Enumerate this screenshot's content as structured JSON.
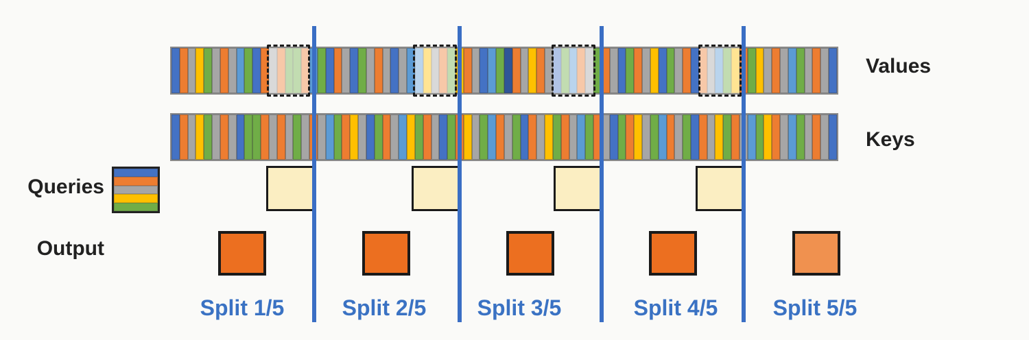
{
  "labels": {
    "values": "Values",
    "keys": "Keys",
    "queries": "Queries",
    "output": "Output"
  },
  "palette": {
    "blue": "#4472c4",
    "lightblue": "#5b9bd5",
    "darkblue": "#2f5597",
    "orange": "#ed7d31",
    "gray": "#a6a6a6",
    "gold": "#ffc000",
    "green": "#70ad47"
  },
  "colors": {
    "divider_line": "#3a6ec4",
    "split_label_text": "#3a72c3",
    "side_label_text": "#212121",
    "query_block_fill": "#fbeec2",
    "query_block_border": "#1a1a1a",
    "output_fill": "#ec6f20",
    "output_fill_light": "#f0914f",
    "output_border": "#1a1a1a",
    "bar_outline": "#8a8a8a",
    "highlight_border": "#1b1b1b",
    "background": "#fafaf8"
  },
  "values_bar": {
    "stripes": [
      "blue",
      "orange",
      "gray",
      "gold",
      "green",
      "gray",
      "orange",
      "gray",
      "lightblue",
      "green",
      "blue",
      "orange",
      "gray",
      "orange",
      "green",
      "green",
      "orange",
      "lightblue",
      "green",
      "blue",
      "orange",
      "gray",
      "blue",
      "green",
      "gray",
      "orange",
      "gray",
      "blue",
      "gray",
      "lightblue",
      "lightblue",
      "gold",
      "gray",
      "orange",
      "green",
      "gold",
      "orange",
      "gray",
      "blue",
      "lightblue",
      "green",
      "darkblue",
      "orange",
      "gray",
      "gold",
      "orange",
      "gray",
      "blue",
      "green",
      "lightblue",
      "orange",
      "gray",
      "green",
      "orange",
      "gray",
      "blue",
      "green",
      "orange",
      "gray",
      "gold",
      "blue",
      "green",
      "gray",
      "orange",
      "blue",
      "orange",
      "gray",
      "lightblue",
      "green",
      "gold",
      "orange",
      "green",
      "gold",
      "gray",
      "orange",
      "gray",
      "lightblue",
      "green",
      "gray",
      "orange",
      "gray",
      "blue"
    ],
    "highlight_ranges": [
      [
        12,
        17
      ],
      [
        30,
        35
      ],
      [
        47,
        52
      ],
      [
        65,
        70
      ]
    ]
  },
  "keys_bar": {
    "stripes": [
      "blue",
      "orange",
      "gray",
      "gold",
      "green",
      "gray",
      "orange",
      "gray",
      "blue",
      "green",
      "green",
      "orange",
      "gray",
      "orange",
      "gray",
      "green",
      "gray",
      "orange",
      "gray",
      "lightblue",
      "green",
      "orange",
      "gold",
      "gray",
      "blue",
      "green",
      "orange",
      "gray",
      "lightblue",
      "gold",
      "green",
      "orange",
      "gray",
      "blue",
      "green",
      "orange",
      "gold",
      "gray",
      "green",
      "lightblue",
      "orange",
      "gray",
      "green",
      "blue",
      "orange",
      "gray",
      "gold",
      "green",
      "orange",
      "gray",
      "lightblue",
      "green",
      "orange",
      "gray",
      "blue",
      "green",
      "orange",
      "gold",
      "gray",
      "green",
      "lightblue",
      "orange",
      "gray",
      "green",
      "blue",
      "orange",
      "gray",
      "gold",
      "green",
      "orange",
      "gray",
      "lightblue",
      "green",
      "gold",
      "orange",
      "gray",
      "lightblue",
      "green",
      "gray",
      "orange",
      "gray",
      "blue"
    ],
    "highlight_ranges": []
  },
  "queries_stack": {
    "stripes": [
      "blue",
      "orange",
      "gray",
      "gold",
      "green"
    ]
  },
  "splits": [
    {
      "label": "Split 1/5",
      "has_query_block": true,
      "has_divider_line": true,
      "output_shade": "full"
    },
    {
      "label": "Split 2/5",
      "has_query_block": true,
      "has_divider_line": true,
      "output_shade": "full"
    },
    {
      "label": "Split 3/5",
      "has_query_block": true,
      "has_divider_line": true,
      "output_shade": "full"
    },
    {
      "label": "Split 4/5",
      "has_query_block": true,
      "has_divider_line": true,
      "output_shade": "full"
    },
    {
      "label": "Split 5/5",
      "has_query_block": false,
      "has_divider_line": false,
      "output_shade": "light"
    }
  ]
}
